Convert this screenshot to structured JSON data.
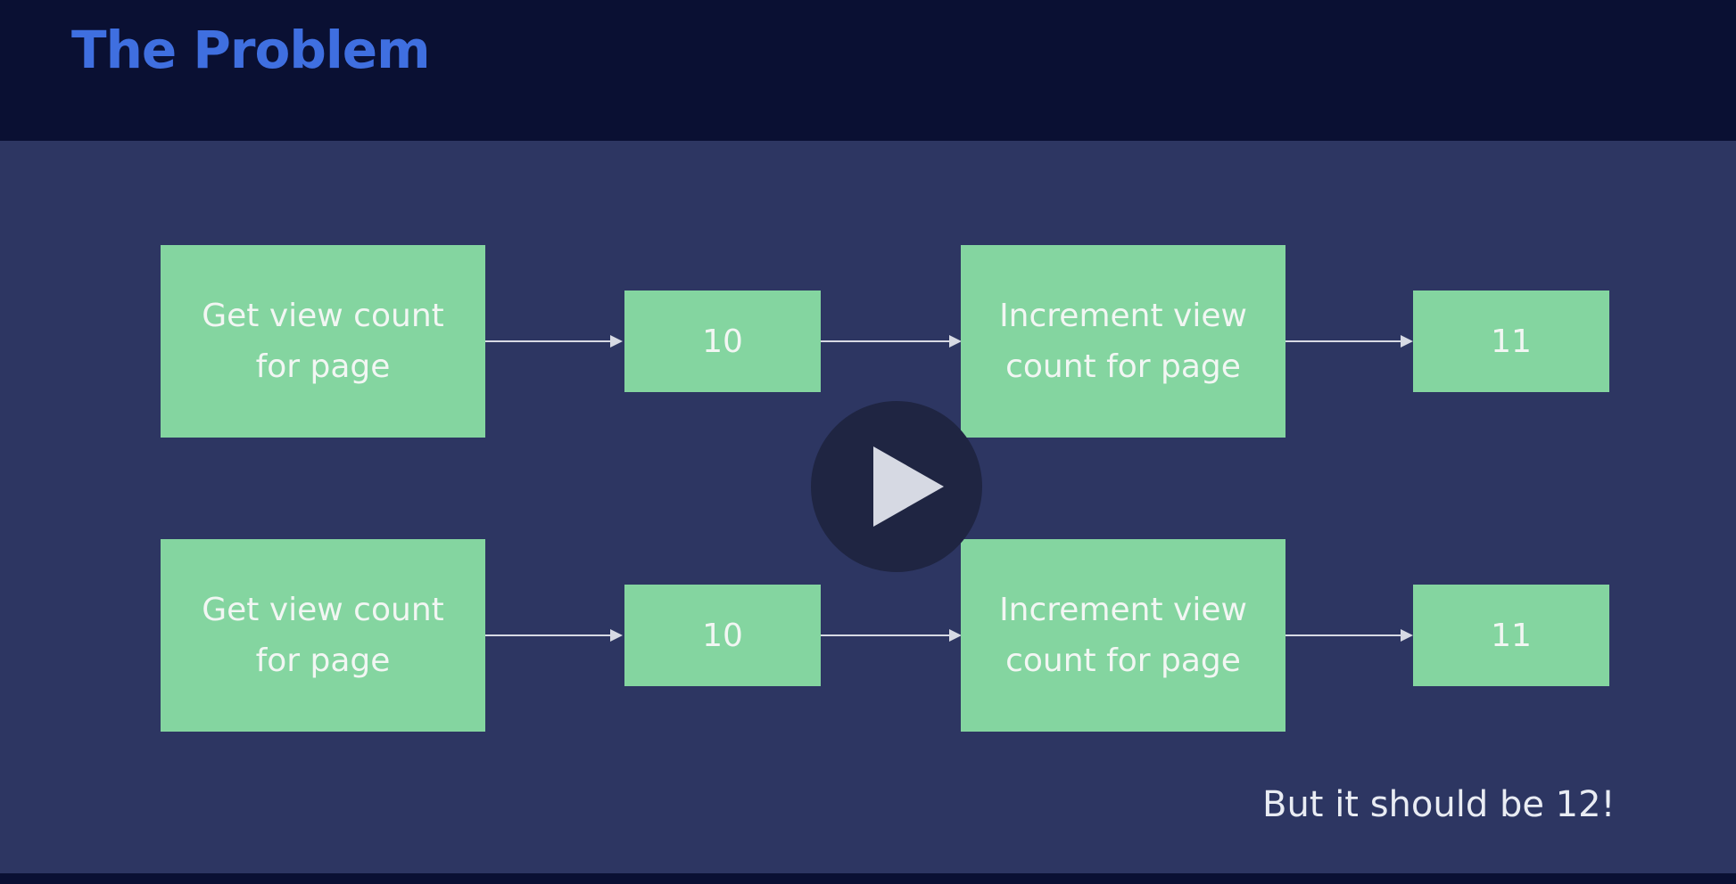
{
  "header": {
    "title": "The Problem"
  },
  "diagram": {
    "rows": [
      {
        "get": {
          "line1": "Get view count",
          "line2": "for page"
        },
        "value1": "10",
        "increment": {
          "line1": "Increment view",
          "line2": "count for page"
        },
        "value2": "11"
      },
      {
        "get": {
          "line1": "Get view count",
          "line2": "for page"
        },
        "value1": "10",
        "increment": {
          "line1": "Increment view",
          "line2": "count for page"
        },
        "value2": "11"
      }
    ],
    "note": "But it should be 12!"
  },
  "player": {
    "play_icon": "play-icon"
  },
  "colors": {
    "background": "#0a1033",
    "slide": "#2d3662",
    "box": "#84d5a0",
    "title": "#3f6fe0"
  }
}
